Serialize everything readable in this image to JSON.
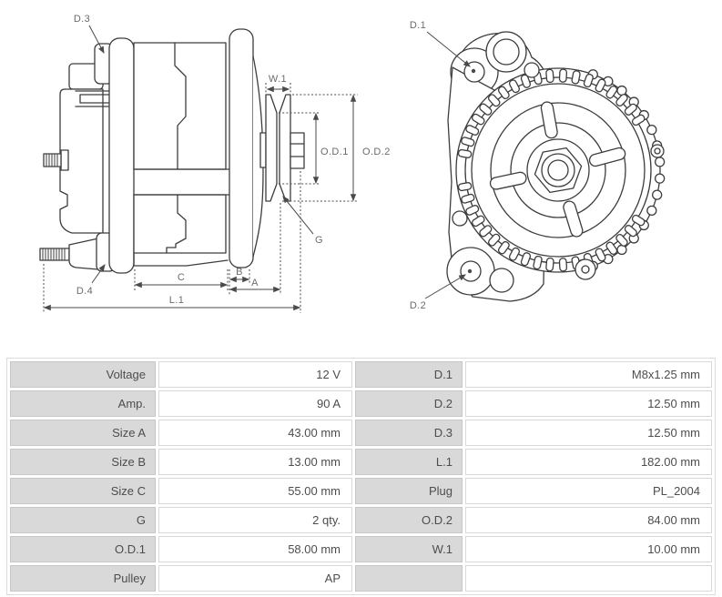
{
  "diagram": {
    "labels": {
      "d3": "D.3",
      "w1": "W.1",
      "od1": "O.D.1",
      "od2": "O.D.2",
      "g": "G",
      "d4": "D.4",
      "c": "C",
      "b": "B",
      "a": "A",
      "l1": "L.1",
      "d1": "D.1",
      "d2": "D.2"
    }
  },
  "table": {
    "rows": [
      [
        "Voltage",
        "12 V",
        "D.1",
        "M8x1.25 mm"
      ],
      [
        "Amp.",
        "90 A",
        "D.2",
        "12.50 mm"
      ],
      [
        "Size A",
        "43.00 mm",
        "D.3",
        "12.50 mm"
      ],
      [
        "Size B",
        "13.00 mm",
        "L.1",
        "182.00 mm"
      ],
      [
        "Size C",
        "55.00 mm",
        "Plug",
        "PL_2004"
      ],
      [
        "G",
        "2 qty.",
        "O.D.2",
        "84.00 mm"
      ],
      [
        "O.D.1",
        "58.00 mm",
        "W.1",
        "10.00 mm"
      ],
      [
        "Pulley",
        "AP",
        "",
        ""
      ]
    ]
  },
  "colors": {
    "drawing_line": "#3d3d3d",
    "dimension_line": "#4a4a4a",
    "label_text": "#6b6b6b",
    "cell_label_bg": "#d9d9d9",
    "cell_border": "#c6c6c6",
    "table_text": "#4d4d4d"
  }
}
